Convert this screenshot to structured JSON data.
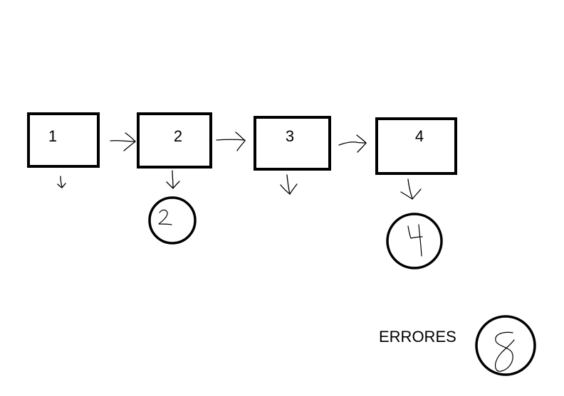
{
  "diagram": {
    "boxes": [
      {
        "label": "1"
      },
      {
        "label": "2"
      },
      {
        "label": "3"
      },
      {
        "label": "4"
      }
    ],
    "circles": [
      {
        "value": "2"
      },
      {
        "value": "4"
      }
    ],
    "errores": {
      "label": "ERRORES",
      "value": "8"
    }
  }
}
